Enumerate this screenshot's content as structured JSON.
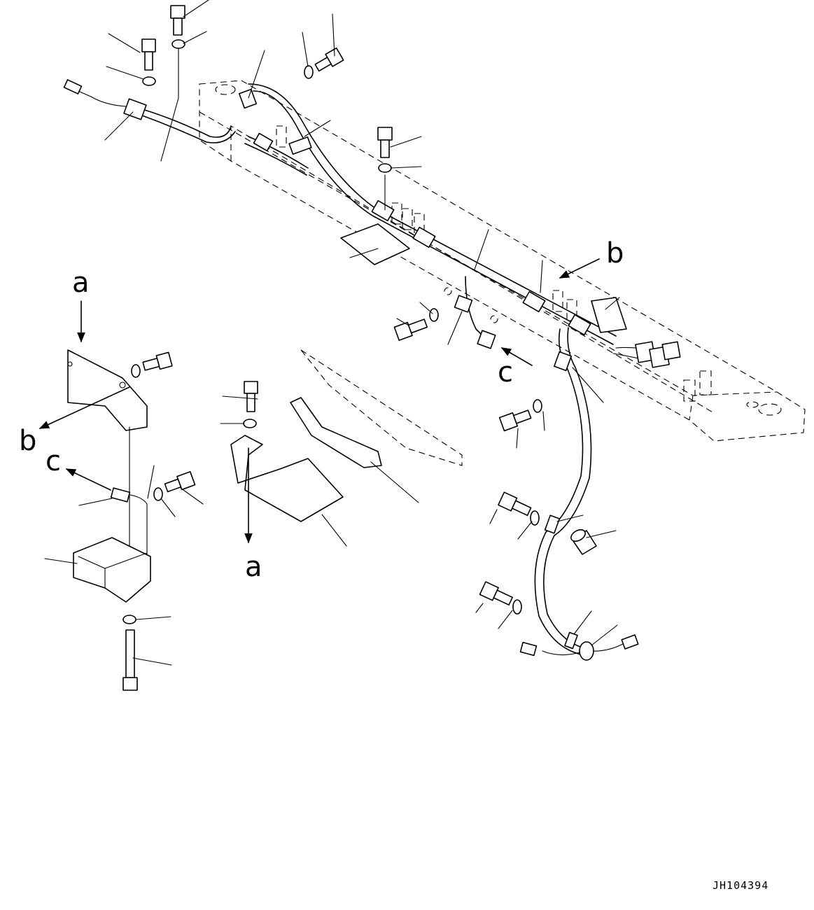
{
  "diagram": {
    "reference_labels": {
      "a_top": "a",
      "a_bottom": "a",
      "b_right": "b",
      "b_left": "b",
      "c_right": "c",
      "c_left": "c"
    },
    "drawing_code": "JH104394"
  }
}
